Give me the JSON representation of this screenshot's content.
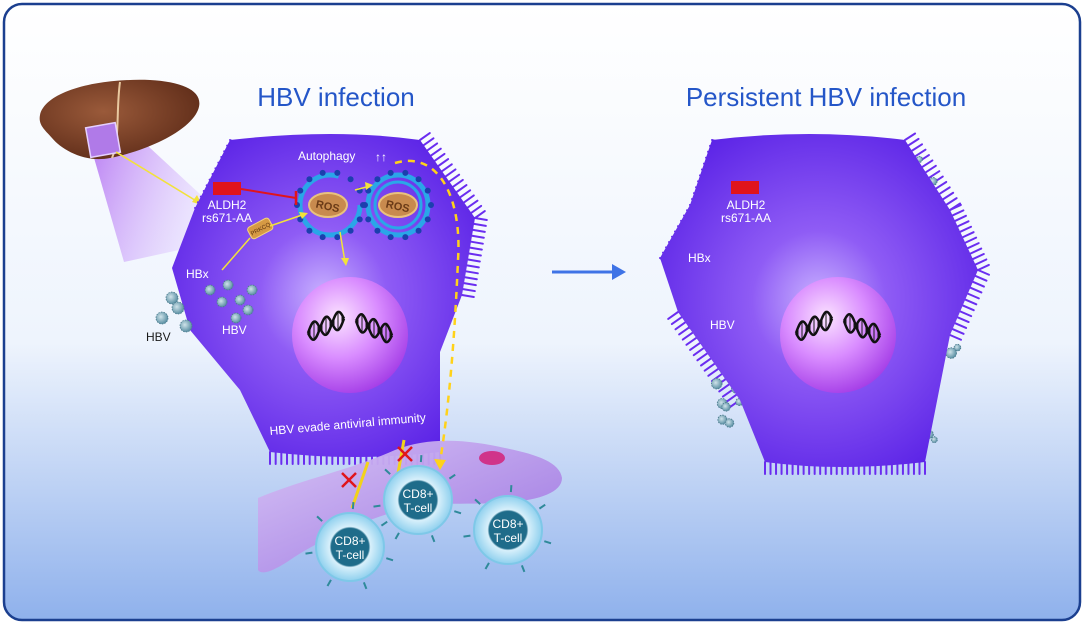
{
  "left_panel": {
    "title": "HBV infection",
    "autophagy_label": "Autophagy",
    "autophagy_arrows": "↑↑",
    "aldh2_label": "ALDH2",
    "genotype_label": "rs671-AA",
    "prkcq_label": "PRKCQ",
    "ros_label_1": "ROS",
    "ros_label_2": "ROS",
    "hbx_label": "HBx",
    "hbv_label_inside": "HBV",
    "hbv_label_outside": "HBV",
    "evade_label": "HBV evade antiviral immunity",
    "tcells": [
      {
        "line1": "CD8+",
        "line2": "T-cell"
      },
      {
        "line1": "CD8+",
        "line2": "T-cell"
      },
      {
        "line1": "CD8+",
        "line2": "T-cell"
      }
    ]
  },
  "right_panel": {
    "title": "Persistent HBV infection",
    "aldh2_label": "ALDH2",
    "genotype_label": "rs671-AA",
    "hbx_label": "HBx",
    "hbv_label": "HBV"
  },
  "colors": {
    "frame": "#1b3f8f",
    "title": "#2456c8",
    "cell_purple": "#6a2df0",
    "nucleus": "#cf86ff",
    "aldh2_red": "#e0141c",
    "ros_ring": "#2aa6e8",
    "virus_blue": "#5fa4b8",
    "tcell_blue": "#7ec8e8",
    "arrow_blue": "#3f73e6",
    "dashed_yellow": "#ffd21a"
  }
}
